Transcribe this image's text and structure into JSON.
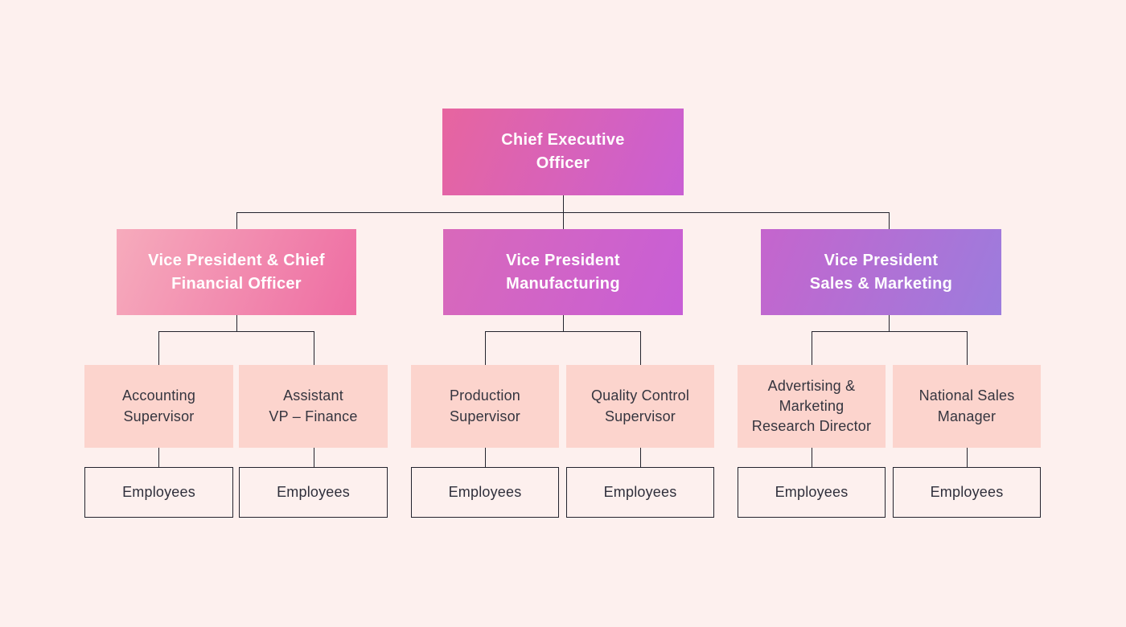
{
  "canvas": {
    "background_color": "#fdf0ee",
    "connector_color": "#23232d",
    "child_node_fill": "#fcd4cd",
    "child_node_text_color": "#35353f"
  },
  "root": {
    "label": "Chief Executive\nOfficer",
    "gradient": [
      "#e7659f",
      "#c95fd3"
    ],
    "text_color": "#ffffff"
  },
  "branches": [
    {
      "label": "Vice President & Chief\nFinancial Officer",
      "gradient": [
        "#f6abbc",
        "#ee6da3"
      ],
      "children": [
        {
          "label": "Accounting\nSupervisor",
          "employee_label": "Employees"
        },
        {
          "label": "Assistant\nVP – Finance",
          "employee_label": "Employees"
        }
      ]
    },
    {
      "label": "Vice President\nManufacturing",
      "gradient": [
        "#d969ba",
        "#c75ed6"
      ],
      "children": [
        {
          "label": "Production\nSupervisor",
          "employee_label": "Employees"
        },
        {
          "label": "Quality Control\nSupervisor",
          "employee_label": "Employees"
        }
      ]
    },
    {
      "label": "Vice President\nSales & Marketing",
      "gradient": [
        "#c565cd",
        "#9c7cdd"
      ],
      "children": [
        {
          "label": "Advertising &\nMarketing\nResearch Director",
          "employee_label": "Employees"
        },
        {
          "label": "National Sales\nManager",
          "employee_label": "Employees"
        }
      ]
    }
  ]
}
